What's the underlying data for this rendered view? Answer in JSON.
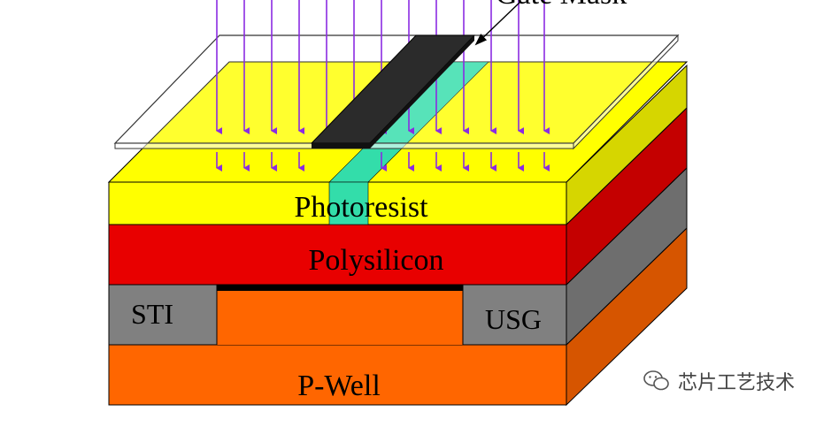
{
  "diagram": {
    "mask_label": "Gate Mask",
    "layers": {
      "photoresist": "Photoresist",
      "polysilicon": "Polysilicon",
      "sti": "STI",
      "usg": "USG",
      "pwell": "P-Well"
    }
  },
  "watermark": {
    "text": "芯片工艺技术"
  },
  "colors": {
    "photoresist": "#ffff00",
    "photoresist_side": "#d6d600",
    "exposed_resist": "#33ddaa",
    "polysilicon": "#e80000",
    "polysilicon_side": "#c40000",
    "oxide": "#808080",
    "oxide_side": "#6a6a6a",
    "pwell": "#ff6600",
    "pwell_side": "#d65500",
    "mask": "#2b2b2b",
    "arrows": "#8a2be2"
  }
}
